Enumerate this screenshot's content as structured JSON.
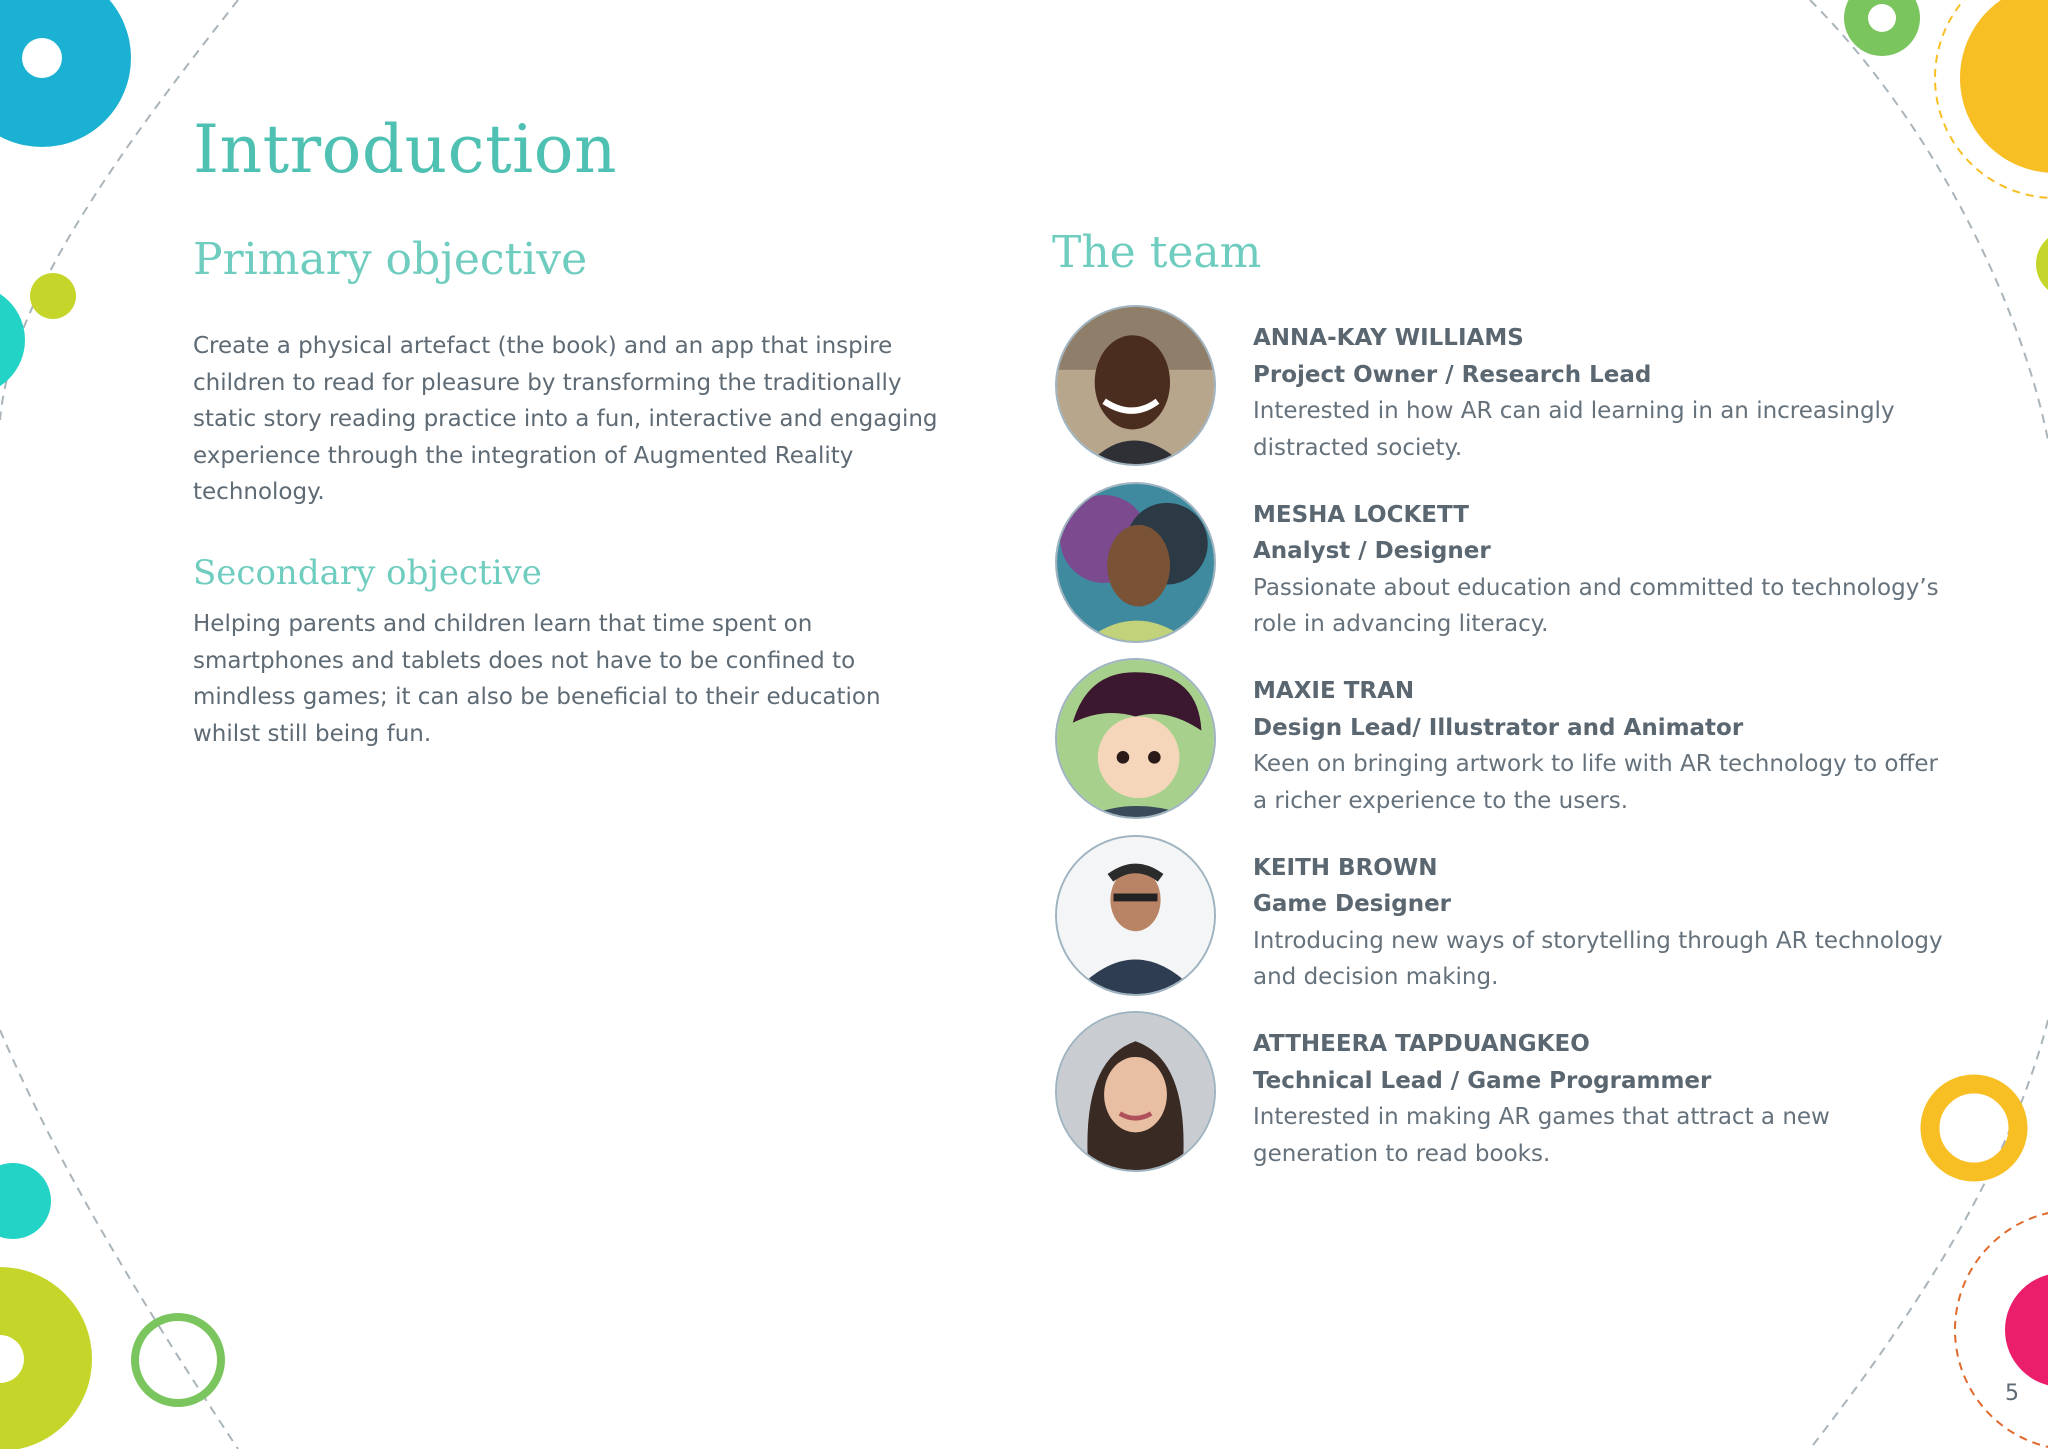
{
  "page": {
    "title": "Introduction",
    "page_number": "5"
  },
  "objectives": {
    "primary_heading": "Primary objective",
    "primary_text": "Create a physical artefact (the book) and an app that inspire children to read for pleasure by transforming the traditionally static story reading practice into a fun, interactive and engaging experience through the integration of Augmented Reality technology.",
    "secondary_heading": "Secondary objective",
    "secondary_text": "Helping parents and children learn that time spent on smartphones and tablets does not have to be confined to mindless games; it can also be beneficial to their education whilst still being fun."
  },
  "team": {
    "heading": "The team",
    "members": [
      {
        "name": "ANNA-KAY WILLIAMS",
        "role": "Project Owner / Research Lead",
        "bio": "Interested in how AR can aid learning in an increasingly distracted society."
      },
      {
        "name": "MESHA LOCKETT",
        "role": "Analyst / Designer",
        "bio": "Passionate about education and committed to technology’s role in advancing literacy."
      },
      {
        "name": "MAXIE TRAN",
        "role": "Design Lead/ Illustrator and Animator",
        "bio": "Keen on bringing artwork to life with AR technology to offer a richer experience to the users."
      },
      {
        "name": "KEITH BROWN",
        "role": "Game Designer",
        "bio": "Introducing new ways of storytelling through AR technology and decision making."
      },
      {
        "name": "ATTHEERA TAPDUANGKEO",
        "role": "Technical Lead / Game Programmer",
        "bio": "Interested in making AR games that attract a new generation to read books."
      }
    ]
  },
  "colors": {
    "heading_teal": "#4fc1b2",
    "body_text": "#5e6a74",
    "deco_blue": "#1bb1d3",
    "deco_lime": "#c5d52a",
    "deco_turquoise": "#23d3c6",
    "deco_green": "#7ac55e",
    "deco_yellow": "#f8bf25",
    "deco_pink": "#ea1e6b",
    "deco_orange_dashed": "#e06a2e"
  }
}
